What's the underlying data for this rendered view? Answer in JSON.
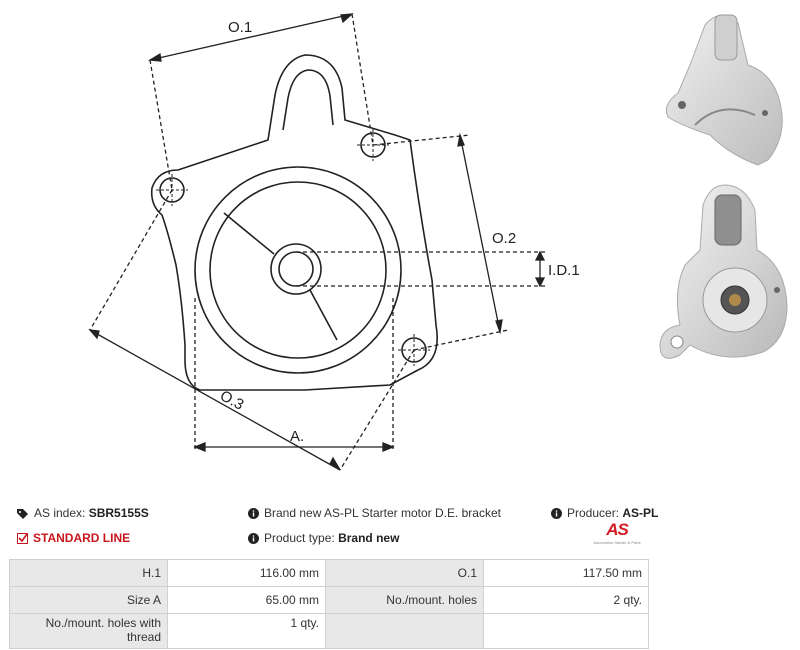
{
  "drawing": {
    "labels": {
      "o1": "O.1",
      "o2": "O.2",
      "o3": "O.3",
      "id1": "I.D.1",
      "a": "A."
    }
  },
  "info": {
    "as_index_label": "AS index:",
    "as_index_value": "SBR5155S",
    "standard_line": "STANDARD LINE",
    "description": "Brand new AS-PL Starter motor D.E. bracket",
    "product_type_label": "Product type:",
    "product_type_value": "Brand new",
    "producer_label": "Producer:",
    "producer_value": "AS-PL"
  },
  "logo": {
    "mark": "AS",
    "tagline": "Automotive Starter & Parts"
  },
  "colors": {
    "accent": "#c8161d",
    "table_key_bg": "#e8e8e8",
    "border": "#d0d0d0"
  },
  "specs": {
    "rows": [
      [
        {
          "key": "H.1",
          "value": "116.00 mm"
        },
        {
          "key": "O.1",
          "value": "117.50 mm"
        }
      ],
      [
        {
          "key": "Size A",
          "value": "65.00 mm"
        },
        {
          "key": "No./mount. holes",
          "value": "2 qty."
        }
      ],
      [
        {
          "key": "No./mount. holes with thread",
          "value": "1 qty."
        },
        {
          "key": "",
          "value": ""
        }
      ]
    ]
  }
}
